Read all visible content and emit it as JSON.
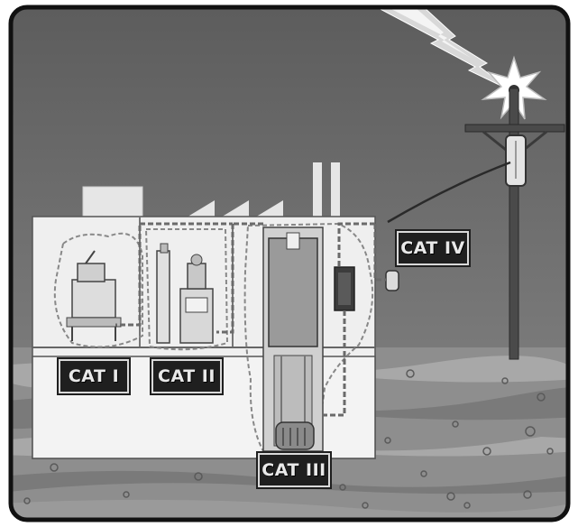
{
  "labels": {
    "cat1": "CAT I",
    "cat2": "CAT II",
    "cat3": "CAT III",
    "cat4": "CAT IV"
  },
  "colors": {
    "sky": "#6b6b6b",
    "ground": "#8a8a8a",
    "building": "#ececec",
    "label_bg": "#1f1f1f",
    "frame": "#111111"
  },
  "icons": [
    "lightning-bolt-icon",
    "utility-pole-icon",
    "factory-icon",
    "electrical-panel-icon",
    "motor-icon",
    "appliance-icon"
  ]
}
